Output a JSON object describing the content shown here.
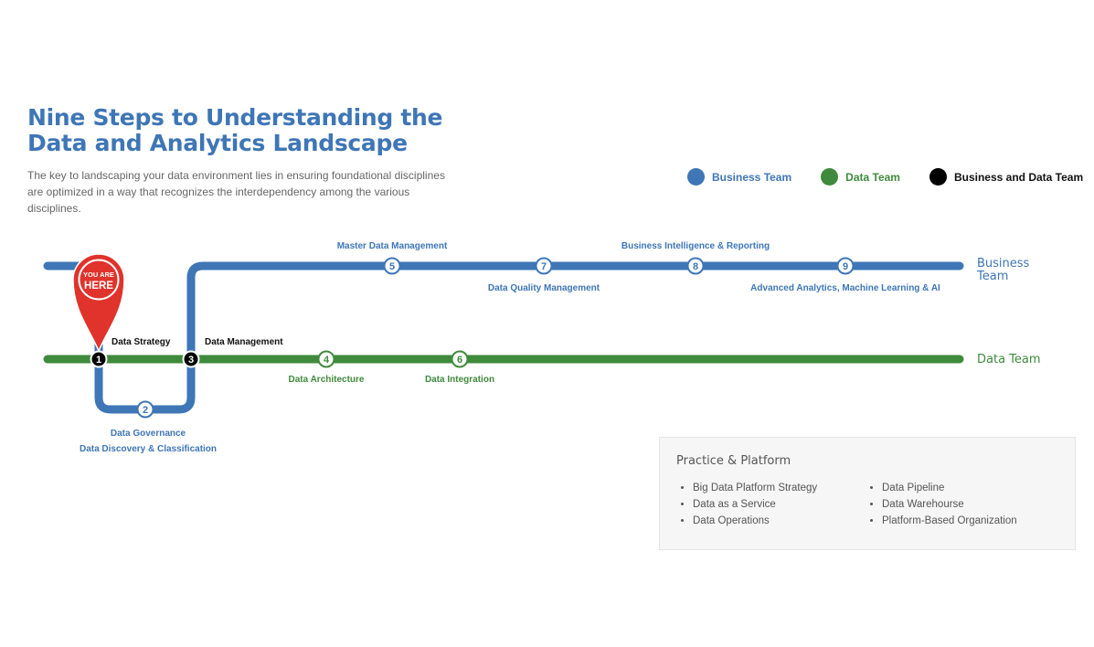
{
  "header": {
    "title_line1": "Nine Steps to Understanding the",
    "title_line2": "Data and Analytics Landscape",
    "subtitle": "The key to landscaping your data environment lies in ensuring foundational disciplines are optimized in a way that recognizes the interdependency among the various disciplines."
  },
  "legend": [
    {
      "label": "Business Team",
      "color": "#3e76b6"
    },
    {
      "label": "Data Team",
      "color": "#3f8a3c"
    },
    {
      "label": "Business and Data Team",
      "color": "#000000"
    }
  ],
  "tracks": {
    "business_line1": "Business",
    "business_line2": "Team",
    "data": "Data Team"
  },
  "pin": {
    "line1": "YOU ARE",
    "line2": "HERE"
  },
  "steps": [
    {
      "num": "1",
      "label": "Data Strategy",
      "team": "both"
    },
    {
      "num": "2",
      "label": "Data Governance",
      "label2": "Data Discovery & Classification",
      "team": "business"
    },
    {
      "num": "3",
      "label": "Data Management",
      "team": "both"
    },
    {
      "num": "4",
      "label": "Data Architecture",
      "team": "data"
    },
    {
      "num": "5",
      "label": "Master Data Management",
      "team": "business"
    },
    {
      "num": "6",
      "label": "Data Integration",
      "team": "data"
    },
    {
      "num": "7",
      "label": "Data Quality Management",
      "team": "business"
    },
    {
      "num": "8",
      "label": "Business Intelligence & Reporting",
      "team": "business"
    },
    {
      "num": "9",
      "label": "Advanced Analytics, Machine Learning & AI",
      "team": "business"
    }
  ],
  "panel": {
    "title": "Practice & Platform",
    "col1": [
      "Big Data Platform Strategy",
      "Data as a Service",
      "Data Operations"
    ],
    "col2": [
      "Data Pipeline",
      "Data Warehourse",
      "Platform-Based Organization"
    ]
  }
}
